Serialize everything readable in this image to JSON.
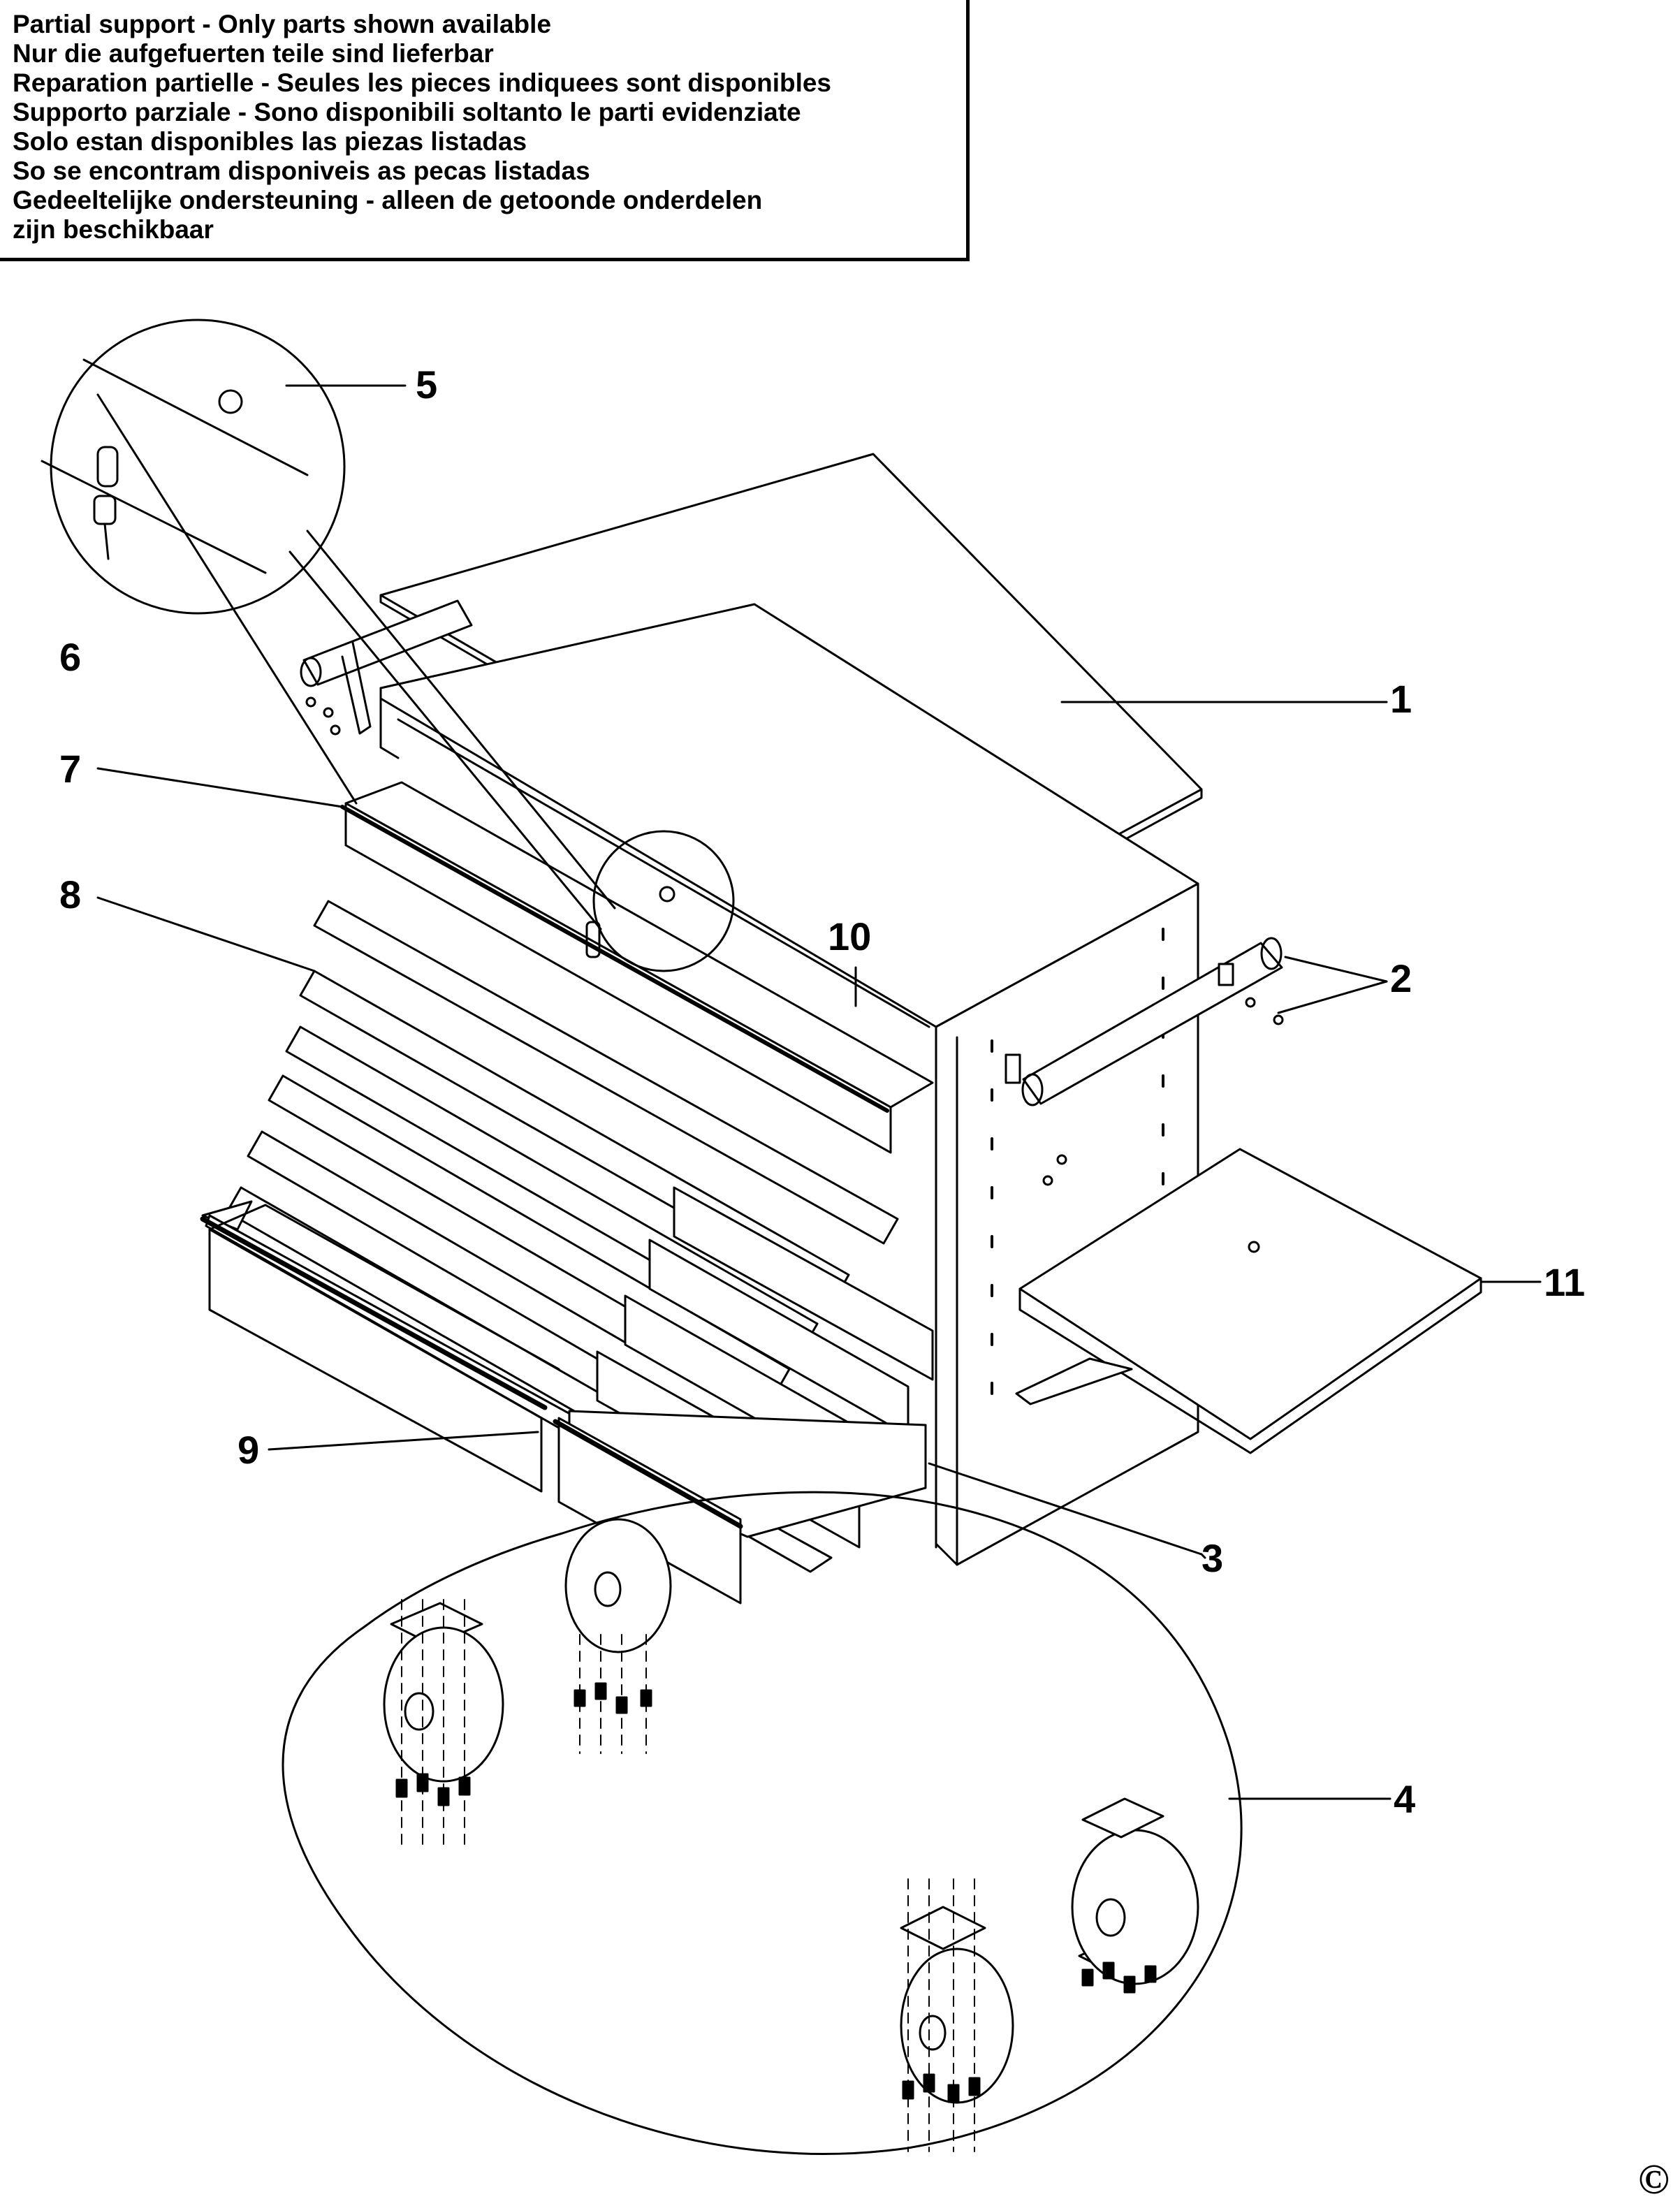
{
  "notice": {
    "lines": [
      "Partial support - Only parts shown available",
      "Nur die aufgefuerten teile sind lieferbar",
      "Reparation partielle - Seules les pieces indiquees sont disponibles",
      "Supporto parziale - Sono disponibili soltanto le parti evidenziate",
      "Solo estan disponibles las piezas listadas",
      "So se encontram disponiveis as pecas listadas",
      "Gedeeltelijke ondersteuning - alleen de getoonde onderdelen",
      "zijn beschikbaar"
    ]
  },
  "callouts": {
    "c1": "1",
    "c2": "2",
    "c3": "3",
    "c4": "4",
    "c5": "5",
    "c6": "6",
    "c7": "7",
    "c8": "8",
    "c9": "9",
    "c10": "10",
    "c11": "11"
  },
  "copyright": "©"
}
